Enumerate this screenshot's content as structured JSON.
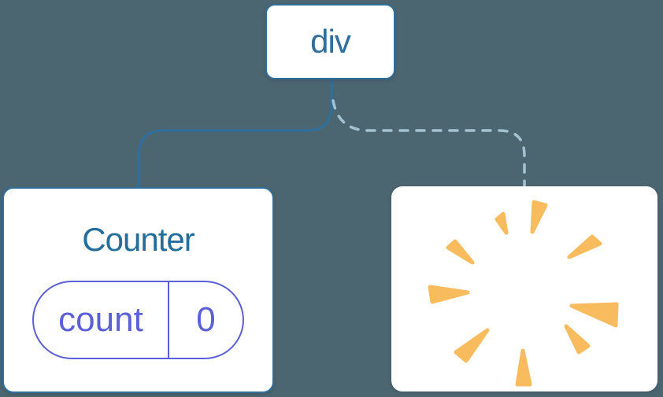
{
  "tree": {
    "root": {
      "label": "div"
    },
    "counter": {
      "title": "Counter",
      "state": {
        "key": "count",
        "value": "0"
      },
      "edge": "solid"
    },
    "right_card": {
      "icon": "starburst-icon",
      "edge": "dashed"
    }
  },
  "theme": {
    "bg": "#4C6671",
    "card": "#FFFFFF",
    "line": "#2E6F9E",
    "dash": "#A3C2D1",
    "accent": "#5B60D7",
    "burst": "#F8BC5F",
    "root-text": "#2E6F9E",
    "title-text": "#256E9B"
  }
}
